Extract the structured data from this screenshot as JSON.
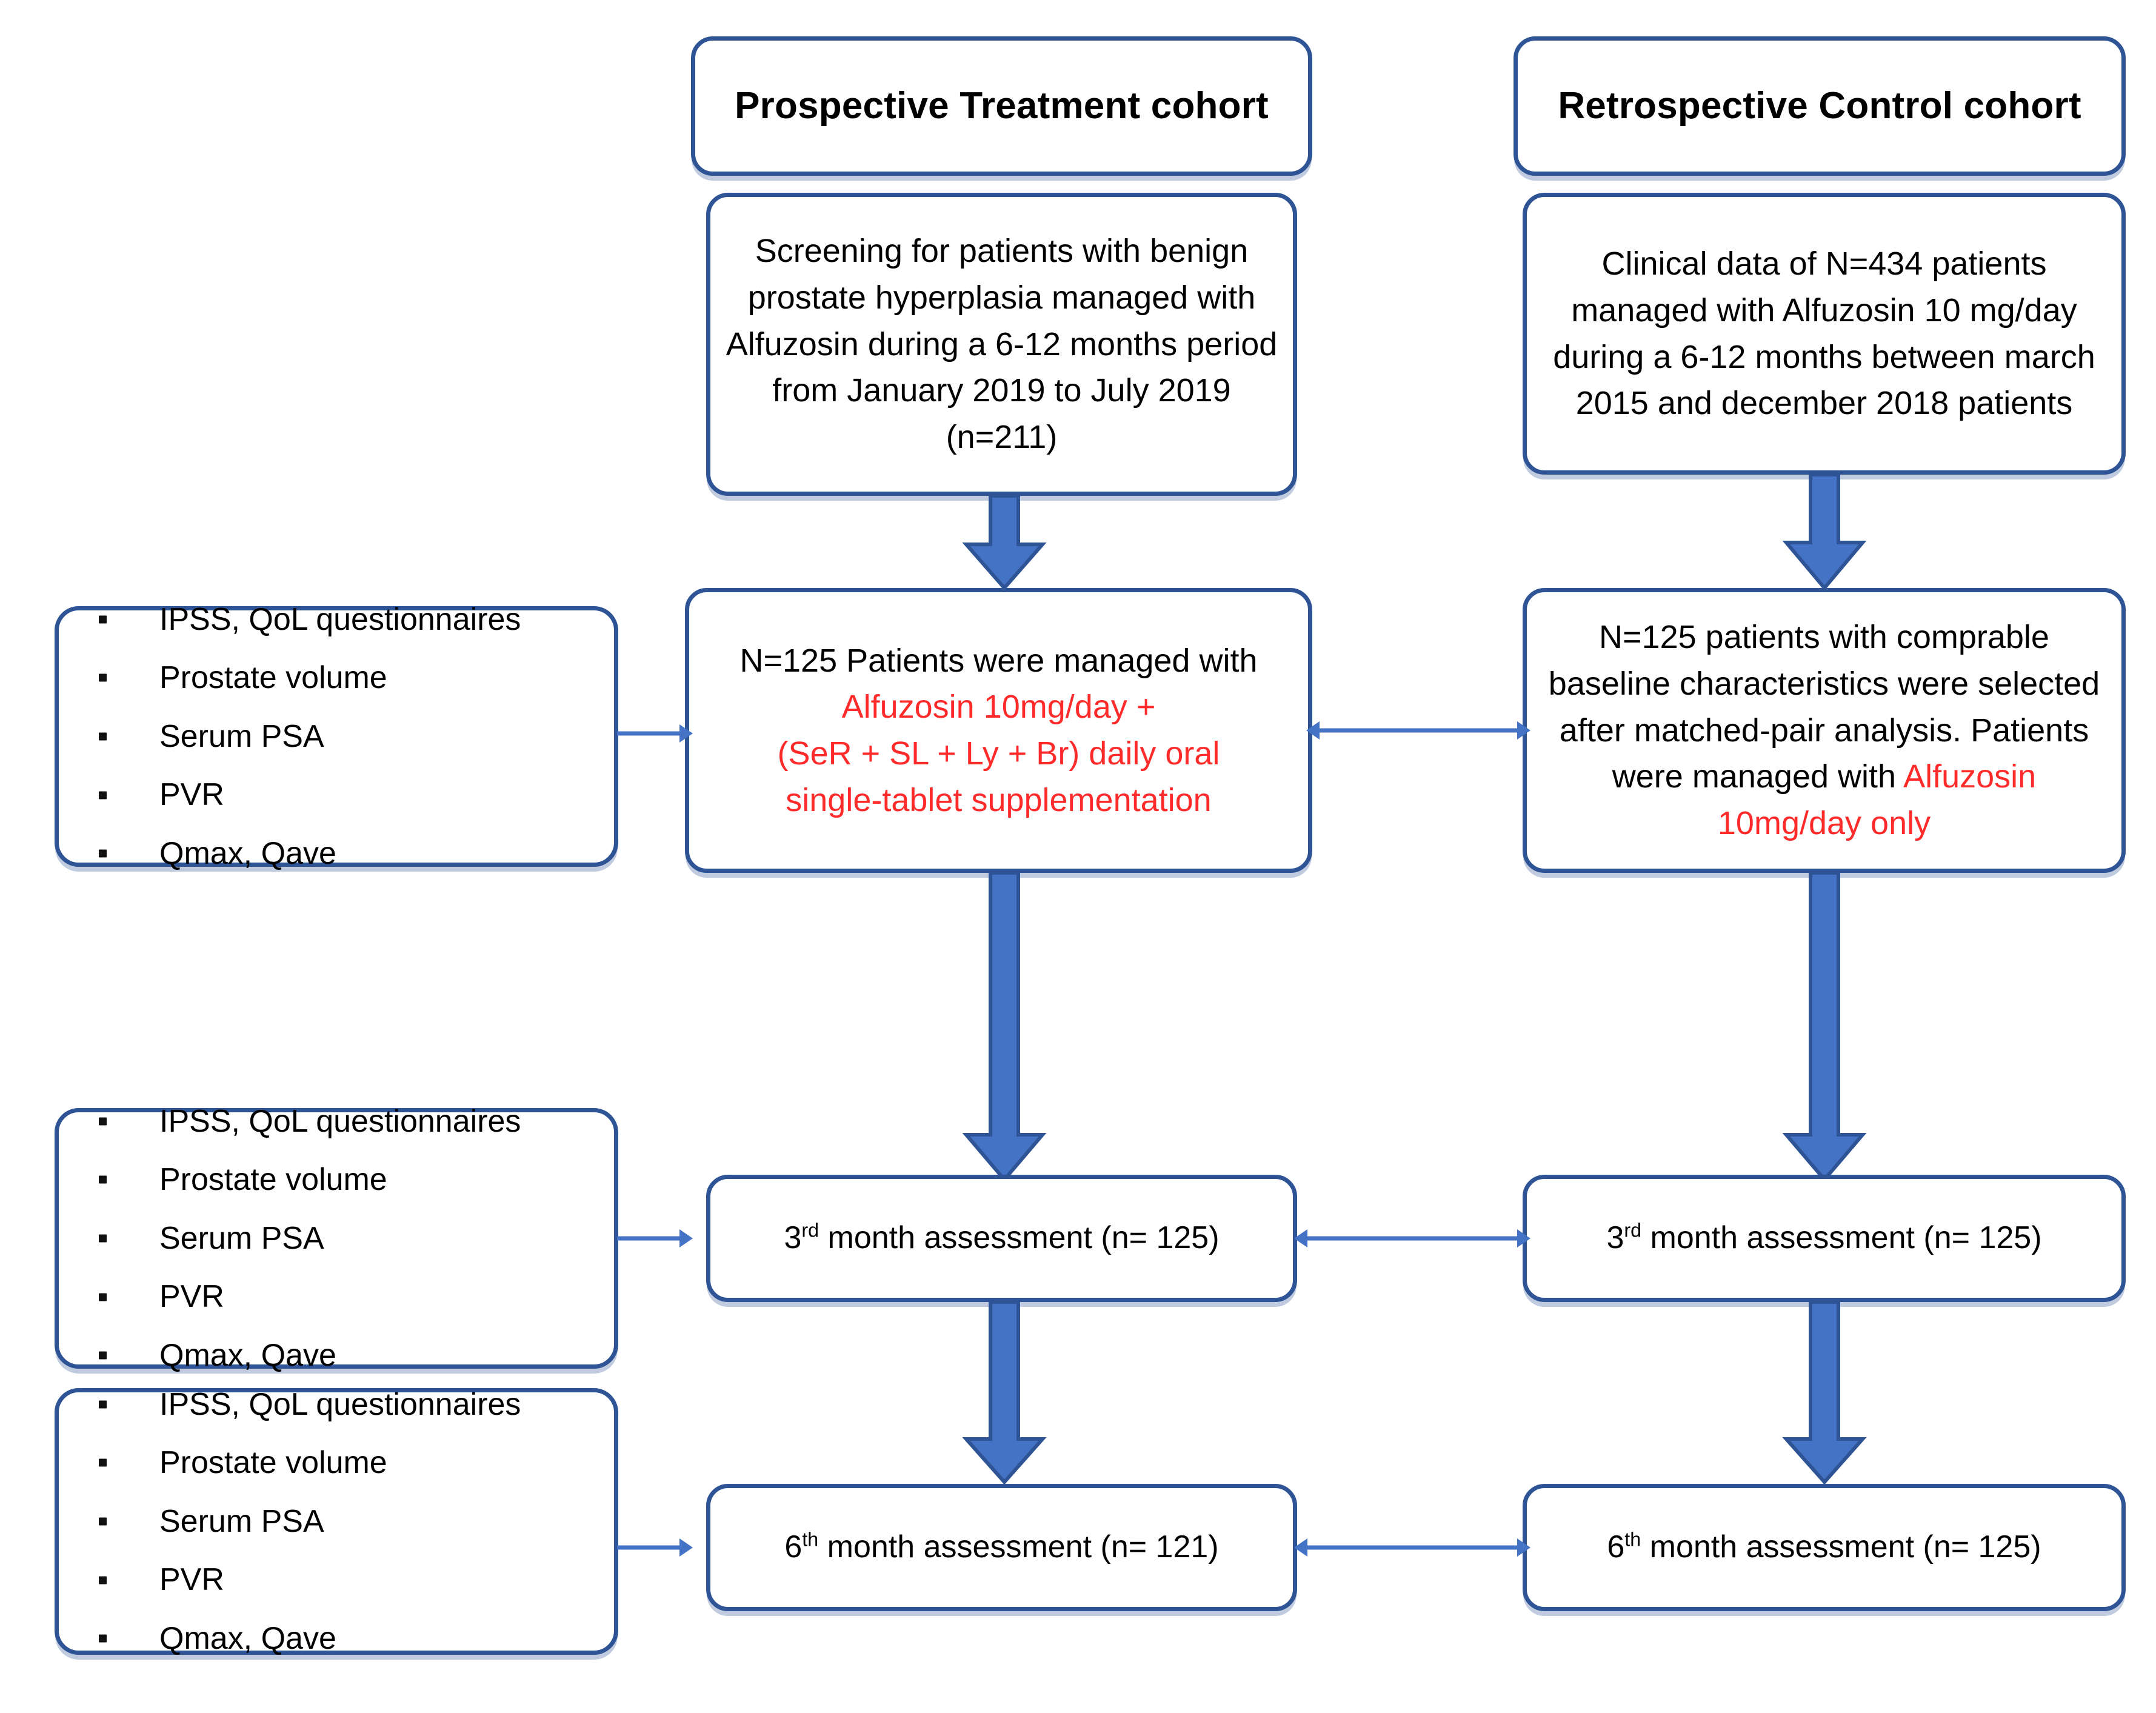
{
  "diagram": {
    "title": "Study flow diagram: Prospective Treatment cohort vs Retrospective Control cohort",
    "accent_color": "#2E5496",
    "arrow_fill": "#4472C4",
    "highlight_color": "#FF2B2B"
  },
  "columns": {
    "left_header": "Prospective  Treatment cohort",
    "right_header": "Retrospective  Control cohort"
  },
  "left": {
    "screening": "Screening for patients with benign prostate hyperplasia managed with Alfuzosin during a 6-12 months period from January 2019 to July 2019 (n=211)",
    "treatment_plain": "N=125 Patients were managed with",
    "treatment_red_line1": "Alfuzosin 10mg/day +",
    "treatment_red_line2": "(SeR + SL + Ly + Br) daily oral",
    "treatment_red_line3": "single-tablet supplementation",
    "month3_prefix": "3",
    "month3_suffix": "rd",
    "month3_rest": " month assessment (n= 125)",
    "month6_prefix": "6",
    "month6_suffix": "th",
    "month6_rest": " month assessment (n= 121)"
  },
  "right": {
    "clinical_data": "Clinical data of N=434 patients managed with Alfuzosin 10 mg/day during a 6-12 months between march 2015 and december 2018 patients",
    "matched_plain": "N=125 patients with comprable baseline characteristics were selected after matched-pair analysis. Patients were managed with",
    "matched_red": "Alfuzosin 10mg/day only",
    "month3_prefix": "3",
    "month3_suffix": "rd",
    "month3_rest": " month assessment (n= 125)",
    "month6_prefix": "6",
    "month6_suffix": "th",
    "month6_rest": " month assessment (n= 125)"
  },
  "measures": {
    "baseline": [
      "IPSS, QoL questionnaires",
      "Prostate volume",
      "Serum PSA",
      "PVR",
      "Qmax, Qave"
    ],
    "month3": [
      "IPSS, QoL questionnaires",
      "Prostate volume",
      "Serum PSA",
      "PVR",
      "Qmax, Qave"
    ],
    "month6": [
      "IPSS, QoL questionnaires",
      "Prostate volume",
      "Serum PSA",
      "PVR",
      "Qmax, Qave"
    ]
  }
}
